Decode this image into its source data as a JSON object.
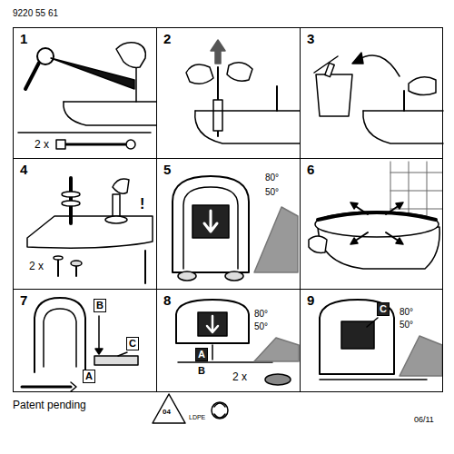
{
  "diagram": {
    "title": "9220 55 61",
    "nodes": [
      {
        "text": [
          "1",
          "2 x"
        ]
      },
      {
        "text": [
          "2"
        ]
      },
      {
        "text": [
          "3"
        ]
      },
      {
        "text": [
          "4",
          "!",
          "2 x"
        ]
      },
      {
        "text": [
          "5",
          "80°",
          "50°"
        ]
      },
      {
        "text": [
          "6"
        ]
      },
      {
        "text": [
          "7"
        ]
      },
      {
        "text": [
          "B"
        ],
        "in": 6
      },
      {
        "text": [
          "C"
        ],
        "in": 6
      },
      {
        "text": [
          "A"
        ],
        "in": 6
      },
      {
        "text": [
          "8",
          "80°",
          "50°",
          "B",
          "2 x"
        ]
      },
      {
        "text": [
          "A"
        ],
        "in": 10
      },
      {
        "text": [
          "9",
          "80°",
          "50°"
        ]
      },
      {
        "text": [
          "C"
        ],
        "in": 12
      }
    ],
    "labels": [
      "Patent pending",
      "04",
      "LDPE",
      "06/11"
    ]
  }
}
